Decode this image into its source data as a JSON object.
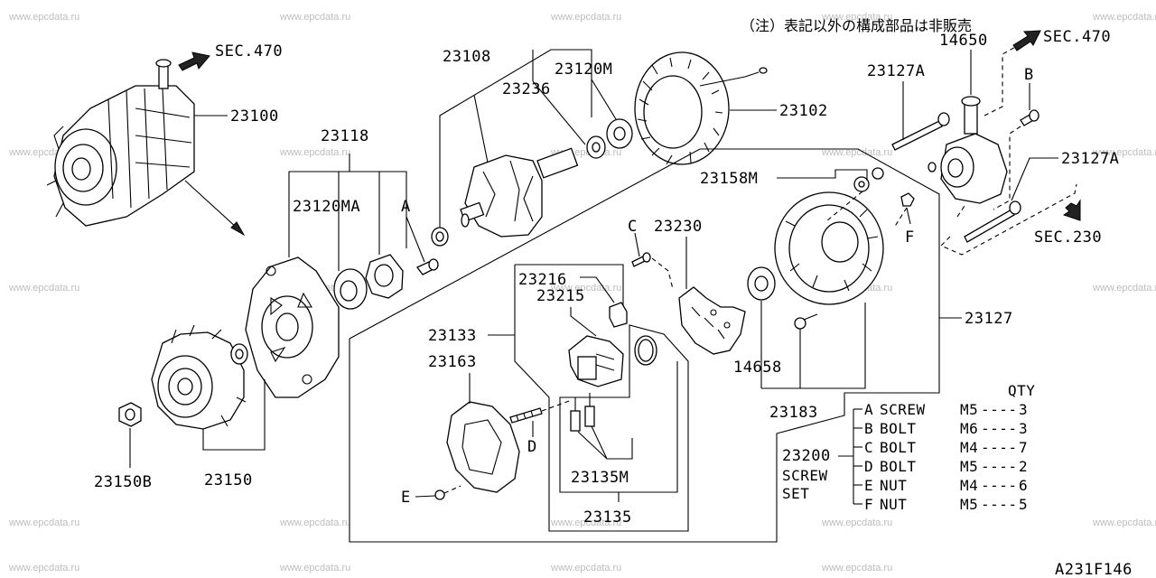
{
  "watermark": "www.epcdata.ru",
  "note": "（注）表記以外の構成部品は非販売",
  "diagram_code": "A231F146",
  "sections": {
    "sec470_left": "SEC.470",
    "sec470_right": "SEC.470",
    "sec230": "SEC.230"
  },
  "labels": {
    "p23100": "23100",
    "p23118": "23118",
    "p23120MA": "23120MA",
    "pA": "A",
    "p23108": "23108",
    "p23236": "23236",
    "p23120M": "23120M",
    "p23102": "23102",
    "p14650": "14650",
    "p23127A_top": "23127A",
    "pB": "B",
    "p23127A_right": "23127A",
    "p23158M": "23158M",
    "pC": "C",
    "p23230": "23230",
    "pF": "F",
    "p23216": "23216",
    "p23215": "23215",
    "p23133": "23133",
    "p23163": "23163",
    "pD": "D",
    "pE": "E",
    "p23135M": "23135M",
    "p23135": "23135",
    "p14658": "14658",
    "p23183": "23183",
    "p23127": "23127",
    "p23150B": "23150B",
    "p23150": "23150",
    "p23200": "23200",
    "screw": "SCREW",
    "set": "SET"
  },
  "screw_set": {
    "qty_header": "QTY",
    "rows": [
      {
        "letter": "A",
        "type": "SCREW",
        "size": "M5",
        "qty": "3"
      },
      {
        "letter": "B",
        "type": "BOLT",
        "size": "M6",
        "qty": "3"
      },
      {
        "letter": "C",
        "type": "BOLT",
        "size": "M4",
        "qty": "7"
      },
      {
        "letter": "D",
        "type": "BOLT",
        "size": "M5",
        "qty": "2"
      },
      {
        "letter": "E",
        "type": "NUT",
        "size": "M4",
        "qty": "6"
      },
      {
        "letter": "F",
        "type": "NUT",
        "size": "M5",
        "qty": "5"
      }
    ]
  }
}
